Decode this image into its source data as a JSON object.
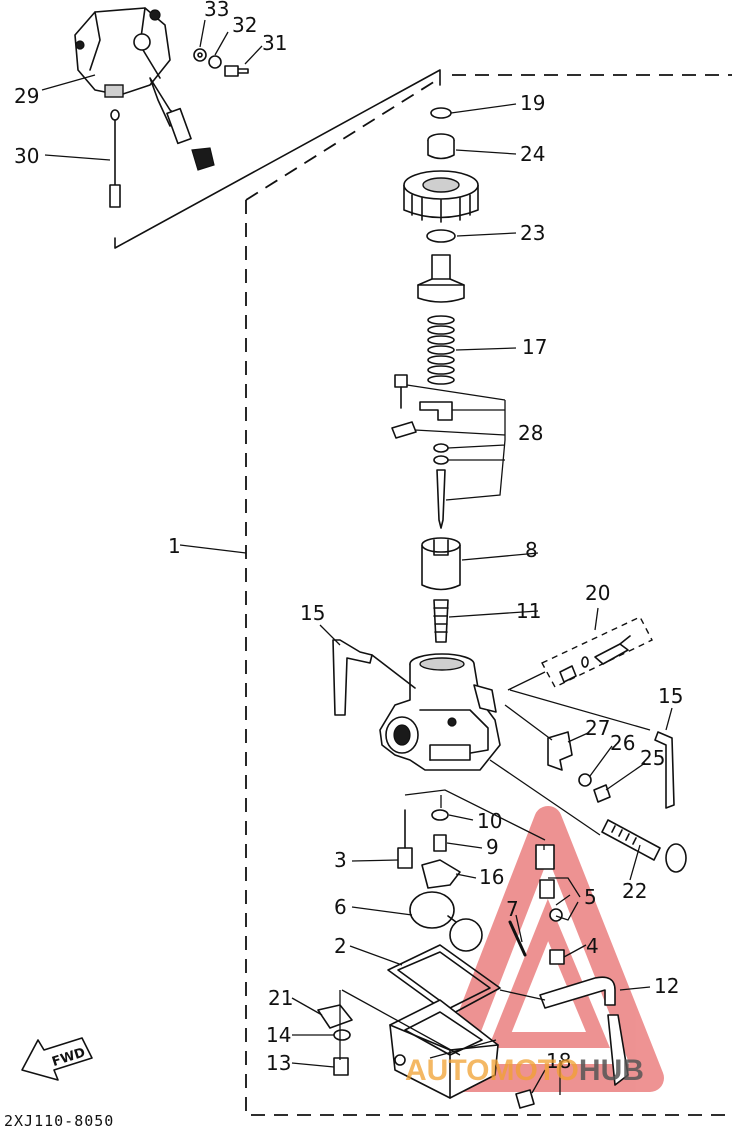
{
  "part_labels": {
    "p1": "1",
    "p2": "2",
    "p3": "3",
    "p4": "4",
    "p5": "5",
    "p6": "6",
    "p7": "7",
    "p8": "8",
    "p9": "9",
    "p10": "10",
    "p11": "11",
    "p12": "12",
    "p13": "13",
    "p14": "14",
    "p15a": "15",
    "p15b": "15",
    "p16": "16",
    "p17": "17",
    "p18": "18",
    "p19": "19",
    "p20": "20",
    "p21": "21",
    "p22": "22",
    "p23": "23",
    "p24": "24",
    "p25": "25",
    "p26": "26",
    "p27": "27",
    "p28": "28",
    "p29": "29",
    "p30": "30",
    "p31": "31",
    "p32": "32",
    "p33": "33"
  },
  "diagram_code": "2XJ110-8050",
  "fwd_label": "FWD",
  "watermark": {
    "part1": "AUTO",
    "part2": "MOTO",
    "part3": "HUB"
  },
  "colors": {
    "line": "#111111",
    "watermark_red": "#e03a3a",
    "watermark_orange": "#f0a030",
    "watermark_gray": "#555555"
  }
}
